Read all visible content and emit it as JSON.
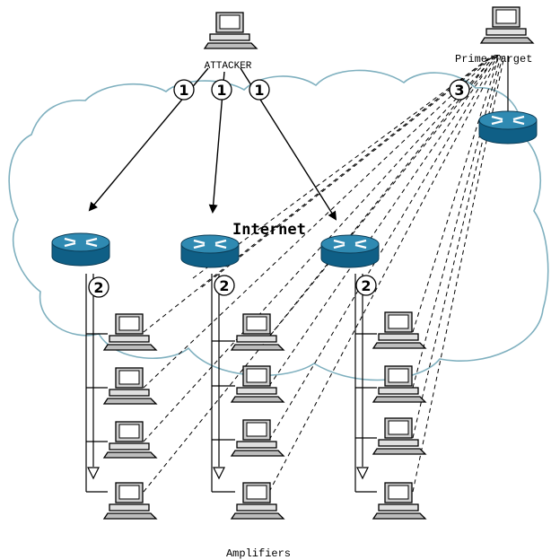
{
  "labels": {
    "attacker": "ATTACKER",
    "prime_target": "Prime Target",
    "internet": "Internet",
    "amplifiers": "Amplifiers"
  },
  "steps": {
    "attack_command": "1",
    "broadcast": "2",
    "flood": "3"
  },
  "colors": {
    "cloud_outline": "#7fb0bf",
    "router_top": "#2f8ab2",
    "router_side": "#0f5f86",
    "router_arrows": "#ffffff",
    "computer_fill": "#d7d7d7",
    "computer_screen": "#ffffff",
    "line": "#000000"
  },
  "icons": [
    "computer-icon",
    "router-icon",
    "cloud-shape",
    "step-badge"
  ]
}
